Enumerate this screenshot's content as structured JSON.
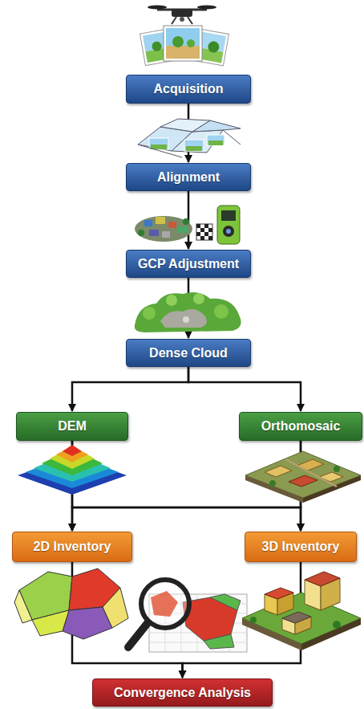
{
  "diagram": {
    "nodes": [
      {
        "text": [
          "Acquisition"
        ]
      },
      {
        "text": [
          "Alignment"
        ]
      },
      {
        "text": [
          "GCP Adjustment"
        ]
      },
      {
        "text": [
          "Dense Cloud"
        ]
      },
      {
        "text": [
          "DEM"
        ]
      },
      {
        "text": [
          "Orthomosaic"
        ]
      },
      {
        "text": [
          "2D Inventory"
        ]
      },
      {
        "text": [
          "3D Inventory"
        ]
      },
      {
        "text": [
          "Convergence Analysis"
        ]
      }
    ],
    "edges": [
      {
        "from": 0,
        "to": 1,
        "arrow": "to"
      },
      {
        "from": 1,
        "to": 2,
        "arrow": "to"
      },
      {
        "from": 2,
        "to": 3,
        "arrow": "to"
      },
      {
        "from": 3,
        "to": 4,
        "arrow": "to"
      },
      {
        "from": 3,
        "to": 5,
        "arrow": "to"
      },
      {
        "from": 4,
        "to": 6,
        "arrow": "to"
      },
      {
        "from": 4,
        "to": 7,
        "arrow": "to"
      },
      {
        "from": 5,
        "to": 6,
        "arrow": "to"
      },
      {
        "from": 5,
        "to": 7,
        "arrow": "to"
      },
      {
        "from": 6,
        "to": 8,
        "arrow": "to"
      },
      {
        "from": 7,
        "to": 8,
        "arrow": "to"
      }
    ]
  }
}
